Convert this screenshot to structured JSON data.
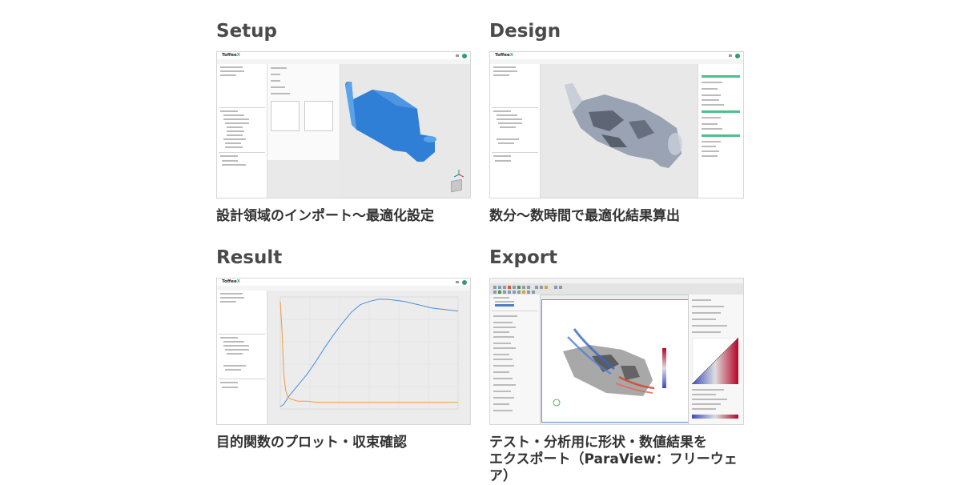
{
  "panels": {
    "setup": {
      "title": "Setup",
      "caption": "設計領域のインポート〜最適化設定"
    },
    "design": {
      "title": "Design",
      "caption": "数分〜数時間で最適化結果算出"
    },
    "result": {
      "title": "Result",
      "caption": "目的関数のプロット・収束確認"
    },
    "export": {
      "title": "Export",
      "caption_line1": "テスト・分析用に形状・数値結果を",
      "caption_line2": "エクスポート（ParaView：フリーウェア）"
    }
  },
  "app": {
    "logo": "Toffee",
    "logo_suffix": "X"
  },
  "result_chart": {
    "chart_data": {
      "type": "line",
      "series": [
        {
          "color": "#4a8fd8",
          "x": [
            0.0,
            0.02,
            0.03,
            0.05,
            0.1,
            0.15,
            0.2,
            0.25,
            0.3,
            0.35,
            0.4,
            0.45,
            0.5,
            0.55,
            0.6,
            0.65,
            0.7,
            0.75,
            0.8,
            0.85,
            0.9,
            0.95,
            1.0
          ],
          "values": [
            0.0,
            0.02,
            0.05,
            0.1,
            0.2,
            0.3,
            0.42,
            0.55,
            0.67,
            0.78,
            0.88,
            0.95,
            0.98,
            1.0,
            1.0,
            0.99,
            0.98,
            0.96,
            0.94,
            0.92,
            0.91,
            0.9,
            0.89
          ]
        },
        {
          "color": "#f09a45",
          "x": [
            0.0,
            0.01,
            0.02,
            0.03,
            0.04,
            0.05,
            0.06,
            0.08,
            0.1,
            0.15,
            0.2,
            0.3,
            0.4,
            0.5,
            0.6,
            0.7,
            0.8,
            0.9,
            1.0
          ],
          "values": [
            0.98,
            0.7,
            0.3,
            0.15,
            0.1,
            0.08,
            0.07,
            0.06,
            0.05,
            0.05,
            0.04,
            0.04,
            0.04,
            0.04,
            0.04,
            0.04,
            0.04,
            0.04,
            0.04
          ]
        }
      ],
      "grid": true
    }
  },
  "colors": {
    "accent": "#38b08a",
    "model_blue": "#2f7fd6",
    "model_grey": "#8d96a8"
  }
}
